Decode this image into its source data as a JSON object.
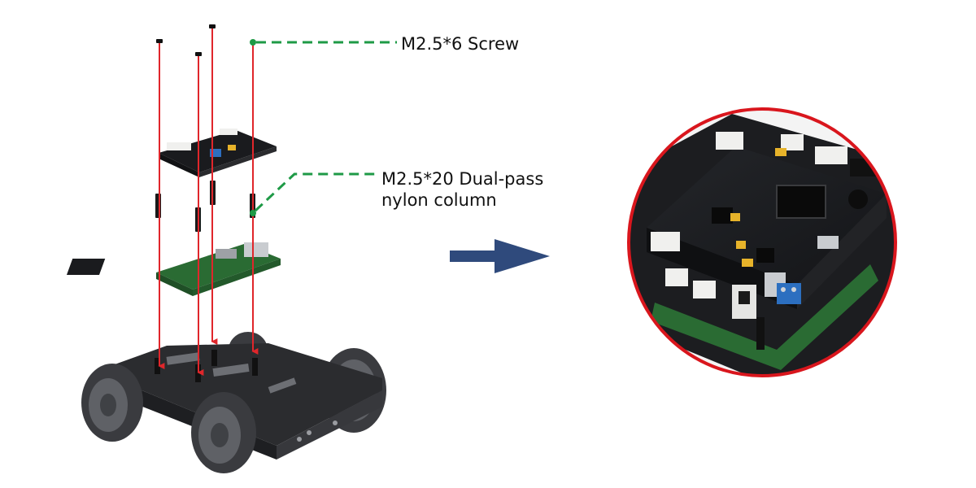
{
  "labels": {
    "screw": "M2.5*6 Screw",
    "column_line1": "M2.5*20 Dual-pass",
    "column_line2": "nylon column"
  },
  "colors": {
    "arrow_red": "#e0262b",
    "leader_green": "#1e9a46",
    "direction_arrow": "#2f4a7c",
    "circle_border": "#d9161d",
    "chassis": "#2b2c2f",
    "wheel_gray": "#5f6166",
    "pcb_black": "#1a1b1e",
    "pcb_green": "#2a6b33",
    "connector_white": "#f0f0ee",
    "terminal_blue": "#2c6fc0",
    "gold": "#e7b32a"
  },
  "icons": {
    "direction": "right-arrow-icon"
  }
}
